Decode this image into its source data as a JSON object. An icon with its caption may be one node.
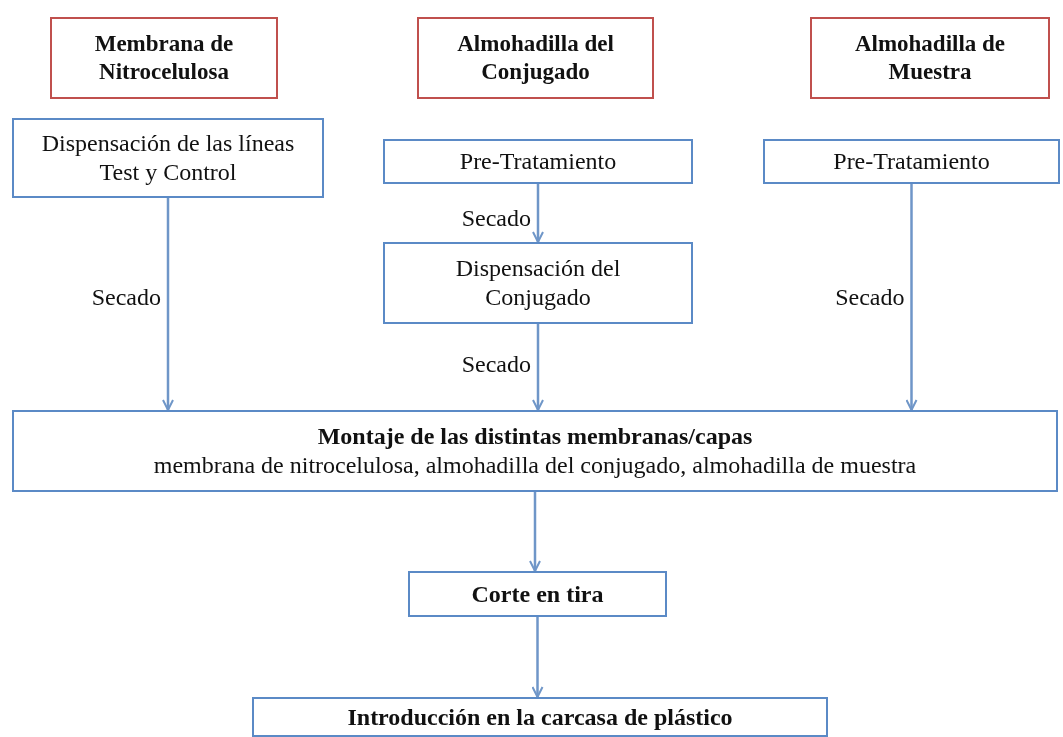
{
  "diagram": {
    "nodes": [
      {
        "text": [
          "Membrana de Nitrocelulosa"
        ]
      },
      {
        "text": [
          "Almohadilla del Conjugado"
        ]
      },
      {
        "text": [
          "Almohadilla de Muestra"
        ]
      },
      {
        "text": [
          "Dispensación de las líneas Test y Control"
        ]
      },
      {
        "text": [
          "Pre-Tratamiento"
        ]
      },
      {
        "text": [
          "Dispensación del Conjugado"
        ]
      },
      {
        "text": [
          "Pre-Tratamiento"
        ]
      },
      {
        "text": [
          "Montaje de las distintas membranas/capas",
          "membrana de nitrocelulosa, almohadilla del conjugado, almohadilla de muestra"
        ]
      },
      {
        "text": [
          "Corte en tira"
        ]
      },
      {
        "text": [
          "Introducción en la carcasa de plástico"
        ]
      }
    ],
    "edges": [
      {
        "from": 3,
        "to": 7,
        "arrow": "to",
        "label": "Secado"
      },
      {
        "from": 4,
        "to": 5,
        "arrow": "to",
        "label": "Secado"
      },
      {
        "from": 5,
        "to": 7,
        "arrow": "to",
        "label": "Secado"
      },
      {
        "from": 6,
        "to": 7,
        "arrow": "to",
        "label": "Secado"
      },
      {
        "from": 7,
        "to": 8,
        "arrow": "to"
      },
      {
        "from": 8,
        "to": 9,
        "arrow": "to"
      }
    ]
  }
}
